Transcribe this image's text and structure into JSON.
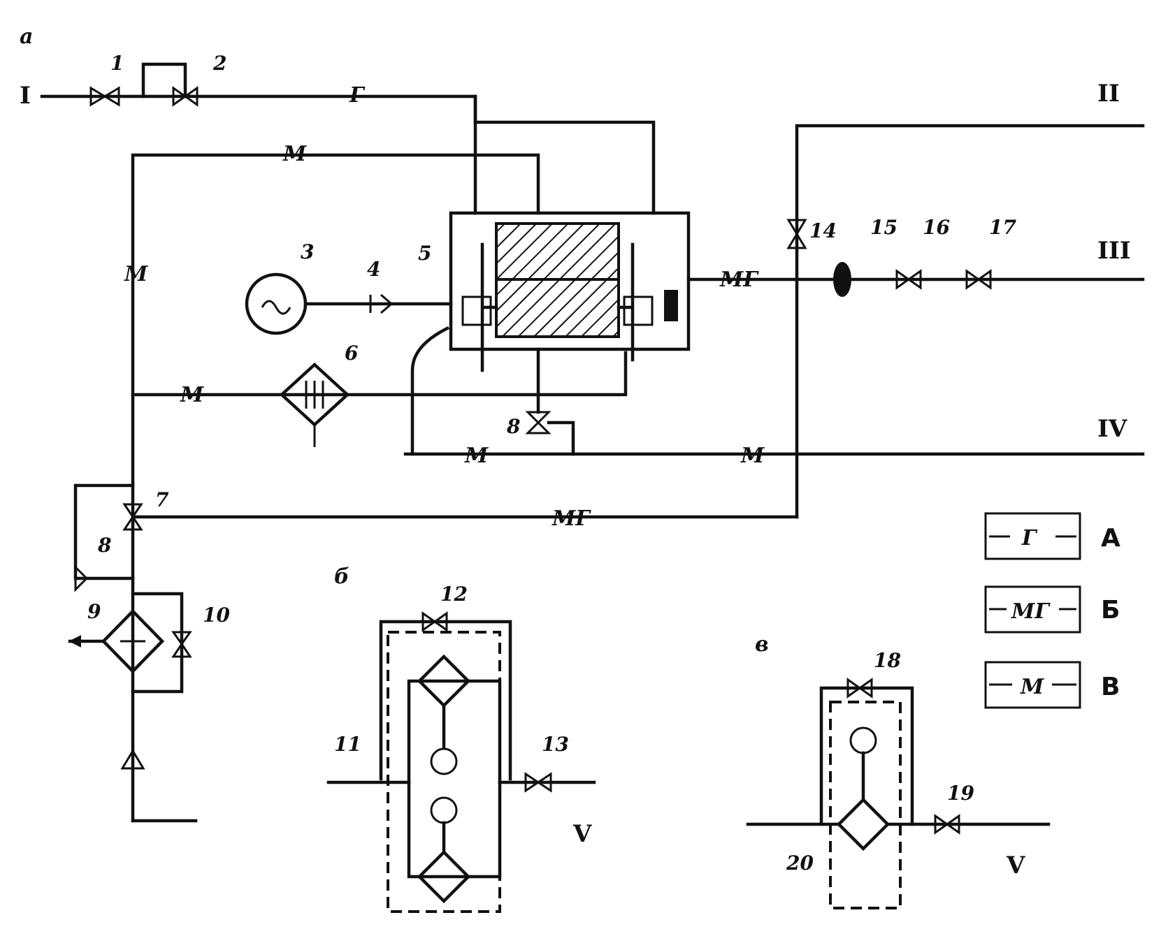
{
  "panels": {
    "a": "a",
    "b": "б",
    "v": "в"
  },
  "line_codes": {
    "g": "Г",
    "m": "М",
    "mg": "МГ"
  },
  "roman": {
    "I": "I",
    "II": "II",
    "III": "III",
    "IV": "IV",
    "V1": "V",
    "V2": "V"
  },
  "numbers": {
    "n1": "1",
    "n2": "2",
    "n3": "3",
    "n4": "4",
    "n5": "5",
    "n6": "6",
    "n7": "7",
    "n8a": "8",
    "n8b": "8",
    "n9": "9",
    "n10": "10",
    "n11": "11",
    "n12": "12",
    "n13": "13",
    "n14": "14",
    "n15": "15",
    "n16": "16",
    "n17": "17",
    "n18": "18",
    "n19": "19",
    "n20": "20"
  },
  "legend": [
    {
      "code": "Г",
      "letter": "А"
    },
    {
      "code": "МГ",
      "letter": "Б"
    },
    {
      "code": "М",
      "letter": "В"
    }
  ]
}
